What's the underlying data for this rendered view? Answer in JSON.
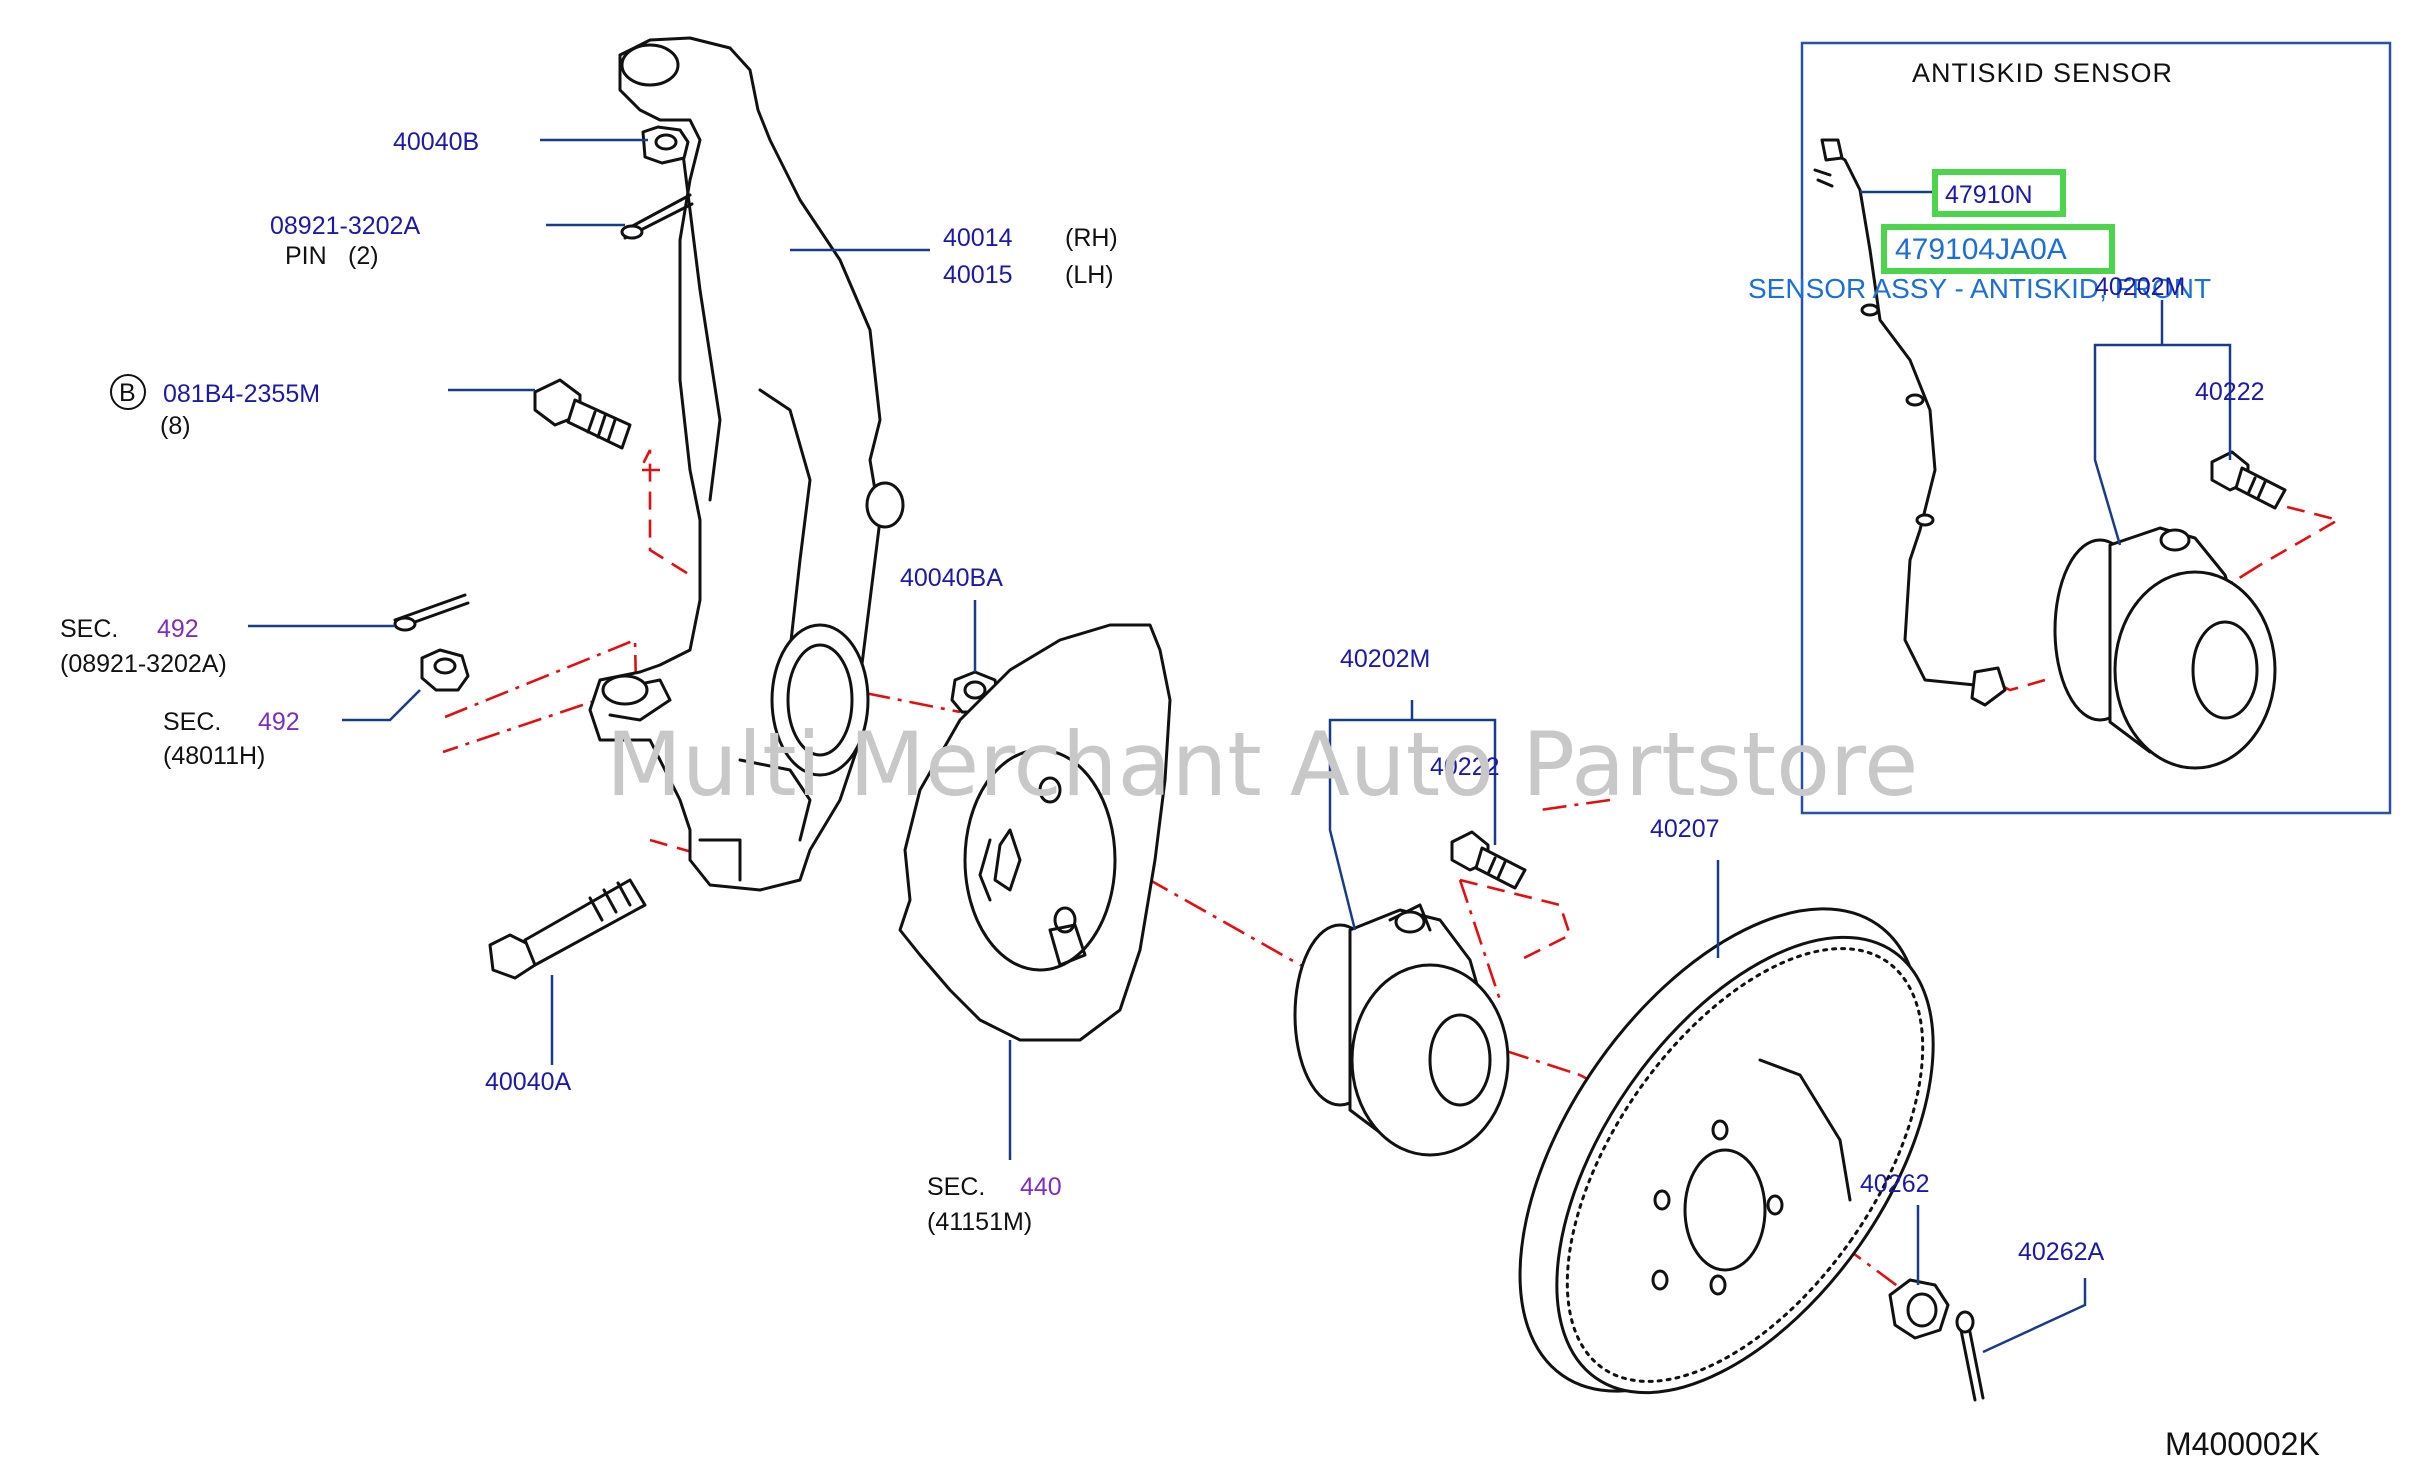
{
  "title": "ANTISKID   SENSOR",
  "watermark": "Multi Merchant Auto Partstore",
  "diagram_code": "M400002K",
  "colors": {
    "label_blue": "#1a1aa6",
    "section_purple": "#7b2fbe",
    "highlight_green": "#4cd44c",
    "highlight_text": "#1c6fd6",
    "axis_red": "#e01010"
  },
  "labels": {
    "l40040B": "40040B",
    "l08921": "08921-3202A",
    "pin": "PIN",
    "pin_qty": "(2)",
    "l40014": "40014",
    "rh": "(RH)",
    "l40015": "40015",
    "lh": "(LH)",
    "b_mark": "B",
    "l081B4": "081B4-2355M",
    "qty8": "(8)",
    "sec": "SEC.",
    "sec492": "492",
    "sec492_sub": "(08921-3202A)",
    "sec492b": "492",
    "sec492b_sub": "(48011H)",
    "l40040BA": "40040BA",
    "l40040A": "40040A",
    "sec440": "440",
    "sec440_sub": "(41151M)",
    "l40202M": "40202M",
    "l40222": "40222",
    "l40207": "40207",
    "l40262": "40262",
    "l40262A": "40262A"
  },
  "inset": {
    "l47910N": "47910N",
    "l479104JA0A": "479104JA0A",
    "sensor_caption": "SENSOR ASSY - ANTISKID, FRONT",
    "l40202M": "40202M",
    "l40222": "40222"
  }
}
